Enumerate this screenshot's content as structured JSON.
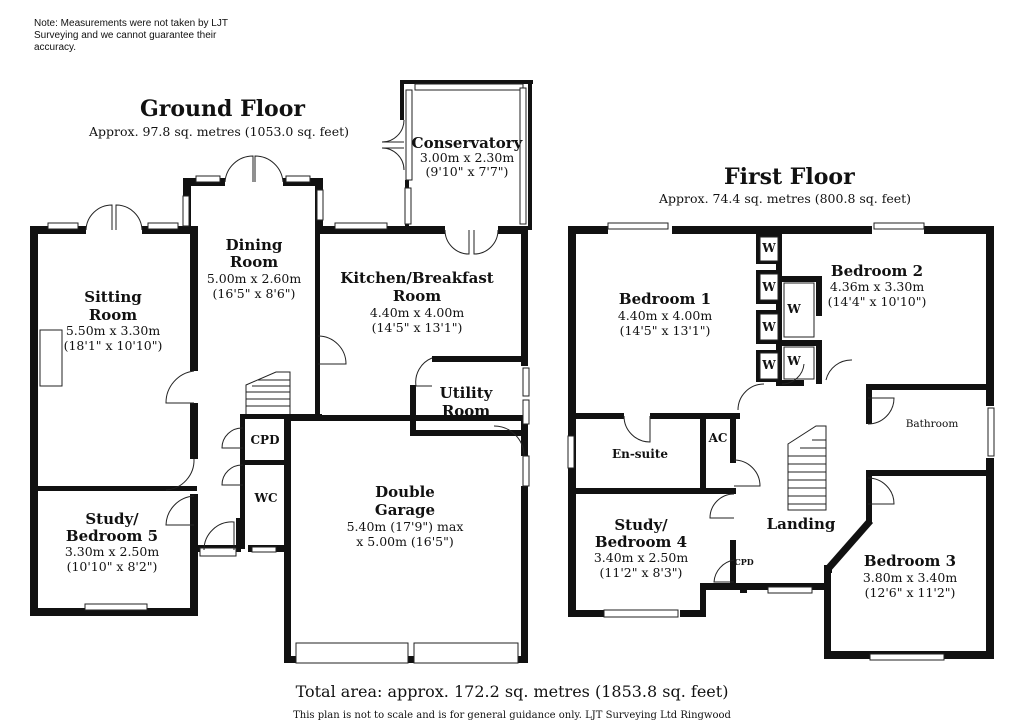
{
  "note": "Note: Measurements were not taken by LJT Surveying and we cannot guarantee their accuracy.",
  "ground_floor": {
    "title": "Ground Floor",
    "area": "Approx. 97.8 sq. metres (1053.0 sq. feet)",
    "rooms": {
      "sitting": {
        "name1": "Sitting",
        "name2": "Room",
        "dim1": "5.50m x 3.30m",
        "dim2": "(18'1\" x 10'10\")"
      },
      "dining": {
        "name1": "Dining",
        "name2": "Room",
        "dim1": "5.00m x 2.60m",
        "dim2": "(16'5\" x 8'6\")"
      },
      "conservatory": {
        "name1": "Conservatory",
        "dim1": "3.00m x 2.30m",
        "dim2": "(9'10\" x 7'7\")"
      },
      "kitchen": {
        "name1": "Kitchen/Breakfast",
        "name2": "Room",
        "dim1": "4.40m x 4.00m",
        "dim2": "(14'5\" x 13'1\")"
      },
      "utility": {
        "name1": "Utility",
        "name2": "Room"
      },
      "cpd": {
        "name1": "CPD"
      },
      "wc": {
        "name1": "WC"
      },
      "garage": {
        "name1": "Double",
        "name2": "Garage",
        "dim1": "5.40m (17'9\") max",
        "dim2": "x 5.00m (16'5\")"
      },
      "study5": {
        "name1": "Study/",
        "name2": "Bedroom 5",
        "dim1": "3.30m x 2.50m",
        "dim2": "(10'10\" x 8'2\")"
      }
    }
  },
  "first_floor": {
    "title": "First Floor",
    "area": "Approx. 74.4 sq. metres (800.8 sq. feet)",
    "rooms": {
      "bed1": {
        "name1": "Bedroom 1",
        "dim1": "4.40m x 4.00m",
        "dim2": "(14'5\" x 13'1\")"
      },
      "bed2": {
        "name1": "Bedroom 2",
        "dim1": "4.36m x 3.30m",
        "dim2": "(14'4\" x 10'10\")"
      },
      "bathroom": {
        "name1": "Bathroom"
      },
      "ensuite": {
        "name1": "En-suite"
      },
      "ac": {
        "name1": "AC"
      },
      "landing": {
        "name1": "Landing"
      },
      "study4": {
        "name1": "Study/",
        "name2": "Bedroom 4",
        "dim1": "3.40m x 2.50m",
        "dim2": "(11'2\" x 8'3\")"
      },
      "cpd": {
        "name1": "CPD"
      },
      "bed3": {
        "name1": "Bedroom 3",
        "dim1": "3.80m x 3.40m",
        "dim2": "(12'6\" x 11'2\")"
      },
      "wardrobe": "W"
    }
  },
  "total_area": "Total area: approx. 172.2 sq. metres (1853.8 sq. feet)",
  "disclaimer": "This plan is not to scale and is for general guidance only. LJT Surveying Ltd Ringwood"
}
